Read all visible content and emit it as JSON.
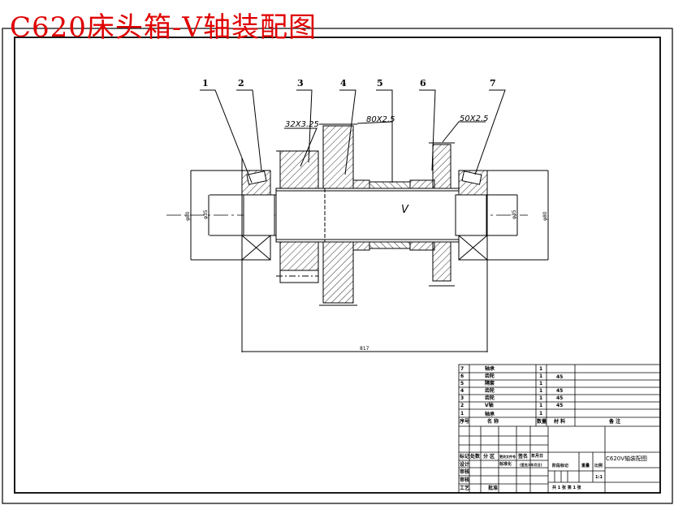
{
  "title": "C620床头箱-V轴装配图",
  "drawing": {
    "balloons": [
      "1",
      "2",
      "3",
      "4",
      "5",
      "6",
      "7"
    ],
    "gear_labels": {
      "gear3": "32X3.25",
      "gear4": "80X2.5",
      "gear6": "50X2.5"
    },
    "shaft_label": "V",
    "dimension_overall": "817",
    "dim_left_outer": "φ80",
    "dim_left_inner": "φ35",
    "dim_right_inner": "φ35",
    "dim_right_outer": "φ80"
  },
  "parts_list": {
    "rows": [
      {
        "no": "7",
        "name": "轴承",
        "qty": "1",
        "material": "",
        "remark": ""
      },
      {
        "no": "6",
        "name": "齿轮",
        "qty": "1",
        "material": "45",
        "remark": ""
      },
      {
        "no": "5",
        "name": "隔套",
        "qty": "1",
        "material": "",
        "remark": ""
      },
      {
        "no": "4",
        "name": "齿轮",
        "qty": "1",
        "material": "45",
        "remark": ""
      },
      {
        "no": "3",
        "name": "齿轮",
        "qty": "1",
        "material": "45",
        "remark": ""
      },
      {
        "no": "2",
        "name": "V轴",
        "qty": "1",
        "material": "45",
        "remark": ""
      },
      {
        "no": "1",
        "name": "轴承",
        "qty": "1",
        "material": "",
        "remark": ""
      }
    ],
    "header": {
      "no": "序号",
      "name": "名  称",
      "qty": "数量",
      "material": "材 料",
      "remark": "备 注"
    }
  },
  "title_block": {
    "row_labels": [
      "标记",
      "处数",
      "分 区",
      "更改文件号",
      "签名",
      "年月日"
    ],
    "design": "设计",
    "standard": "标准化",
    "sign_date": "(签名)(年月日)",
    "check": "审核",
    "review": "审核",
    "process": "工艺",
    "approve": "批准",
    "stage_mark": "阶段标记",
    "weight": "重量",
    "scale_label": "比例",
    "scale": "1:1",
    "sheets": "共 1 张   第 1 张",
    "drawing_name": "C620V轴装配图"
  }
}
